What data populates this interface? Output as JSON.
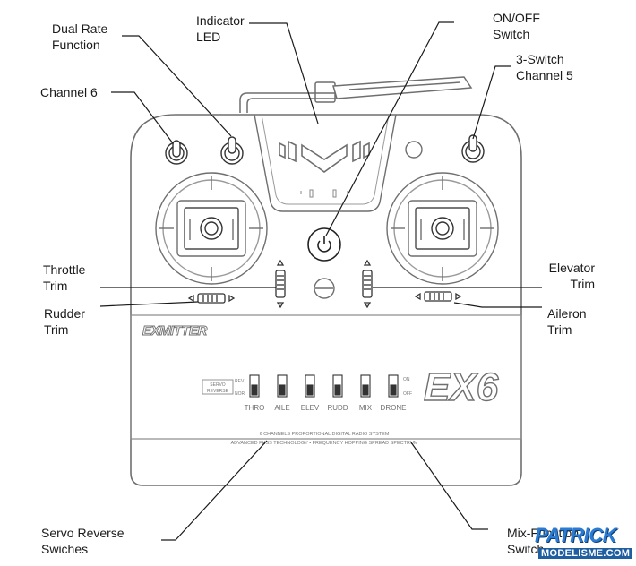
{
  "labels": {
    "dual_rate": [
      "Dual Rate",
      "Function"
    ],
    "indicator_led": [
      "Indicator",
      "LED"
    ],
    "on_off": [
      "ON/OFF",
      "Switch"
    ],
    "channel6": [
      "Channel 6"
    ],
    "three_switch": [
      "3-Switch",
      "Channel 5"
    ],
    "throttle_trim": [
      "Throttle",
      "Trim"
    ],
    "elevator_trim": [
      "Elevator",
      "Trim"
    ],
    "rudder_trim": [
      "Rudder",
      "Trim"
    ],
    "aileron_trim": [
      "Aileron",
      "Trim"
    ],
    "servo_reverse": [
      "Servo Reverse",
      "Swiches"
    ],
    "mix_function": [
      "Mix-Function",
      "Switch"
    ]
  },
  "device": {
    "brand": "EXMITTER",
    "model": "EX6",
    "servo_reverse_tag": [
      "SERVO",
      "REVERSE"
    ],
    "switch_state_left": [
      "REV",
      "NOR"
    ],
    "switch_state_right": [
      "ON",
      "OFF"
    ],
    "switch_names": [
      "THRO",
      "AILE",
      "ELEV",
      "RUDD",
      "MIX",
      "DRONE"
    ],
    "tagline": [
      "6 CHANNELS PROPORTIONAL DIGITAL RADIO SYSTEM",
      "ADVANCED FHSS TECHNOLOGY • FREQUENCY HOPPING SPREAD SPECTRUM"
    ]
  },
  "watermark": {
    "top": "PATRICK",
    "bottom": "MODELISME.COM"
  },
  "colors": {
    "outline": "#6f6f6f",
    "leader": "#1a1a1a",
    "text": "#1a1a1a",
    "watermark": "#2a7bd1"
  }
}
